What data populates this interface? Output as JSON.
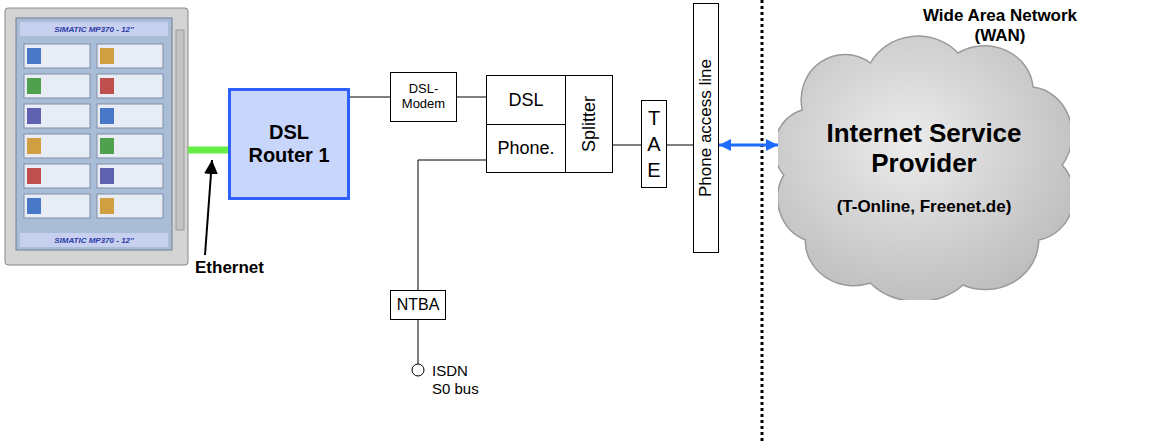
{
  "diagram": {
    "nodes": [
      {
        "text": [
          "DSL Router 1"
        ]
      },
      {
        "text": [
          "DSL-Modem"
        ]
      },
      {
        "text": [
          "DSL"
        ]
      },
      {
        "text": [
          "Phone."
        ]
      },
      {
        "text": [
          "Splitter"
        ]
      },
      {
        "text": [
          "TAE"
        ]
      },
      {
        "text": [
          "Phone access line"
        ]
      },
      {
        "text": [
          "NTBA"
        ]
      },
      {
        "text": [
          "Internet Service Provider",
          "(T-Online, Freenet.de)"
        ]
      }
    ],
    "edges": [
      {
        "from": 0,
        "to": 1,
        "arrow": "none"
      },
      {
        "from": 1,
        "to": 2,
        "arrow": "none"
      },
      {
        "from": 3,
        "to": 7,
        "arrow": "none"
      },
      {
        "from": 4,
        "to": 5,
        "arrow": "none"
      },
      {
        "from": 5,
        "to": 6,
        "arrow": "none"
      },
      {
        "from": 6,
        "to": 8,
        "arrow": "both"
      }
    ],
    "labels": [
      "SIMATIC MP370 - 12\"",
      "SIMATIC MP370 - 12\"",
      "Ethernet",
      "ISDN S0 bus",
      "Wide Area Network (WAN)"
    ]
  }
}
